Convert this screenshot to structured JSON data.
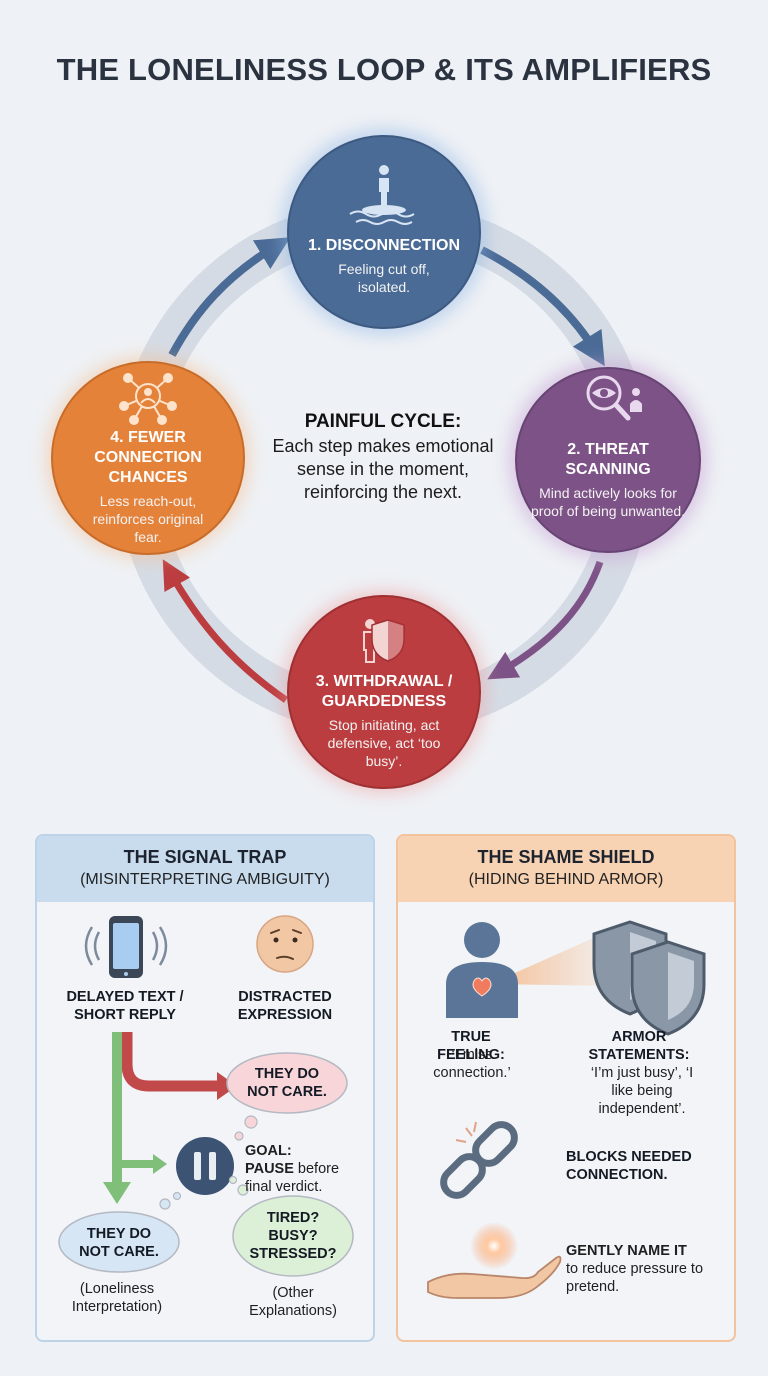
{
  "title": "THE LONELINESS LOOP & ITS AMPLIFIERS",
  "colors": {
    "disconnection": "#4a6b96",
    "threat": "#7d5387",
    "withdrawal": "#bb3d3f",
    "fewer": "#e5823a",
    "ring": "#d5dbe4"
  },
  "cycle": {
    "center_title": "PAINFUL CYCLE:",
    "center_body": "Each step makes emotional sense in the moment, reinforcing the next.",
    "nodes": [
      {
        "title": "1. DISCONNECTION",
        "desc": "Feeling cut off, isolated.",
        "icon": "person-island-icon"
      },
      {
        "title": "2. THREAT SCANNING",
        "desc": "Mind actively looks for proof of being unwanted.",
        "icon": "magnifier-eye-icon"
      },
      {
        "title": "3. WITHDRAWAL / GUARDEDNESS",
        "desc": "Stop initiating, act defensive, act ‘too busy’.",
        "icon": "person-shield-icon"
      },
      {
        "title": "4. FEWER CONNECTION CHANCES",
        "desc": "Less reach-out, reinforces original fear.",
        "icon": "network-person-icon"
      }
    ]
  },
  "signal_trap": {
    "title": "THE SIGNAL TRAP",
    "subtitle": "(MISINTERPRETING AMBIGUITY)",
    "delayed": "DELAYED TEXT / SHORT REPLY",
    "distracted": "DISTRACTED EXPRESSION",
    "bubble_top": "THEY DO NOT CARE.",
    "goal_label": "GOAL:",
    "goal_pause": "PAUSE",
    "goal_rest": " before final verdict.",
    "bubble_bottom": "THEY DO NOT CARE.",
    "bubble_bottom_caption": "(Loneliness Interpretation)",
    "bubble_alt": "TIRED? BUSY? STRESSED?",
    "bubble_alt_caption": "(Other Explanations)"
  },
  "shame_shield": {
    "title": "THE SHAME SHIELD",
    "subtitle": "(HIDING BEHIND ARMOR)",
    "true_label": "TRUE FEELING:",
    "true_text": "‘I miss connection.’",
    "armor_label": "ARMOR STATEMENTS:",
    "armor_text": "‘I’m just busy’, ‘I like being independent’.",
    "blocks": "BLOCKS NEEDED CONNECTION.",
    "gently_label": "GENTLY NAME IT",
    "gently_text": "to reduce pressure to pretend."
  }
}
